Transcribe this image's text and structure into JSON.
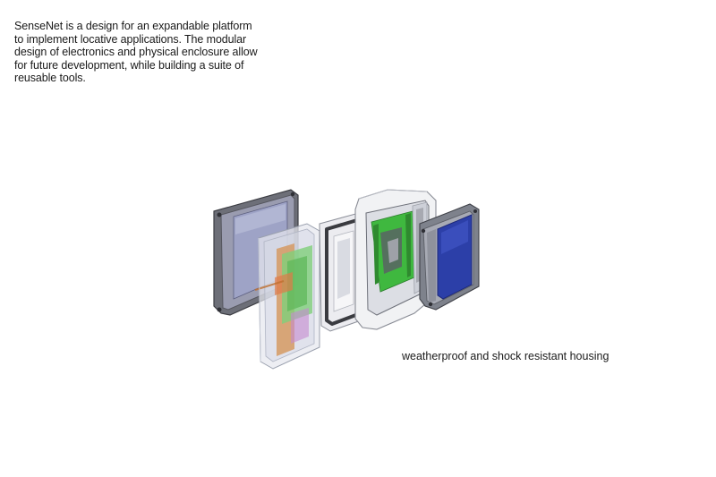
{
  "description": {
    "lines": [
      "SenseNet is a design for an expandable  platform",
      "to implement locative applications. The modular",
      "design of electronics and physical enclosure allow",
      "for future development, while building a suite of",
      "reusable tools."
    ]
  },
  "caption": "weatherproof and shock resistant housing",
  "colors": {
    "background": "#ffffff",
    "text": "#1a1a1a",
    "circuit_green": "#3fb83f",
    "panel_blue": "#2c3fa8",
    "housing_gray": "#8a8d96"
  }
}
